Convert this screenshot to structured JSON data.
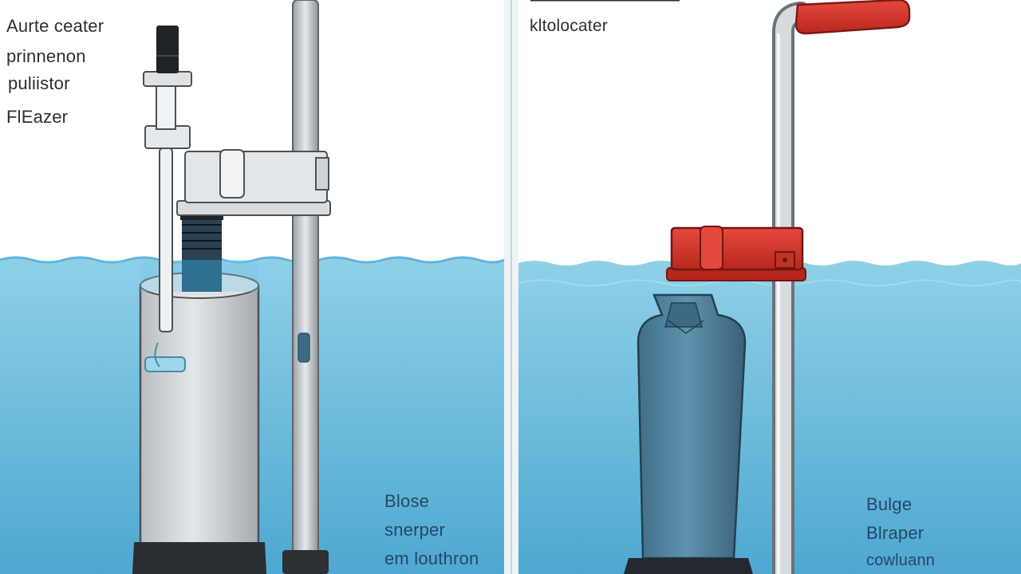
{
  "left_panel": {
    "labels": [
      "Aurte ceater",
      "prinnenon",
      "puliistor",
      "FlEazer"
    ],
    "caption": [
      "Blose",
      "snerper",
      "em louthron"
    ]
  },
  "right_panel": {
    "title": "kltolocater",
    "caption": [
      "Bulge",
      "Blraper",
      "cowluann"
    ]
  },
  "colors": {
    "water": "#7cc6e2",
    "water_deep": "#4aa3cc",
    "steel": "#c8ccd0",
    "red_handle": "#d63a2e",
    "dark_cylinder": "#4f7f9a"
  }
}
